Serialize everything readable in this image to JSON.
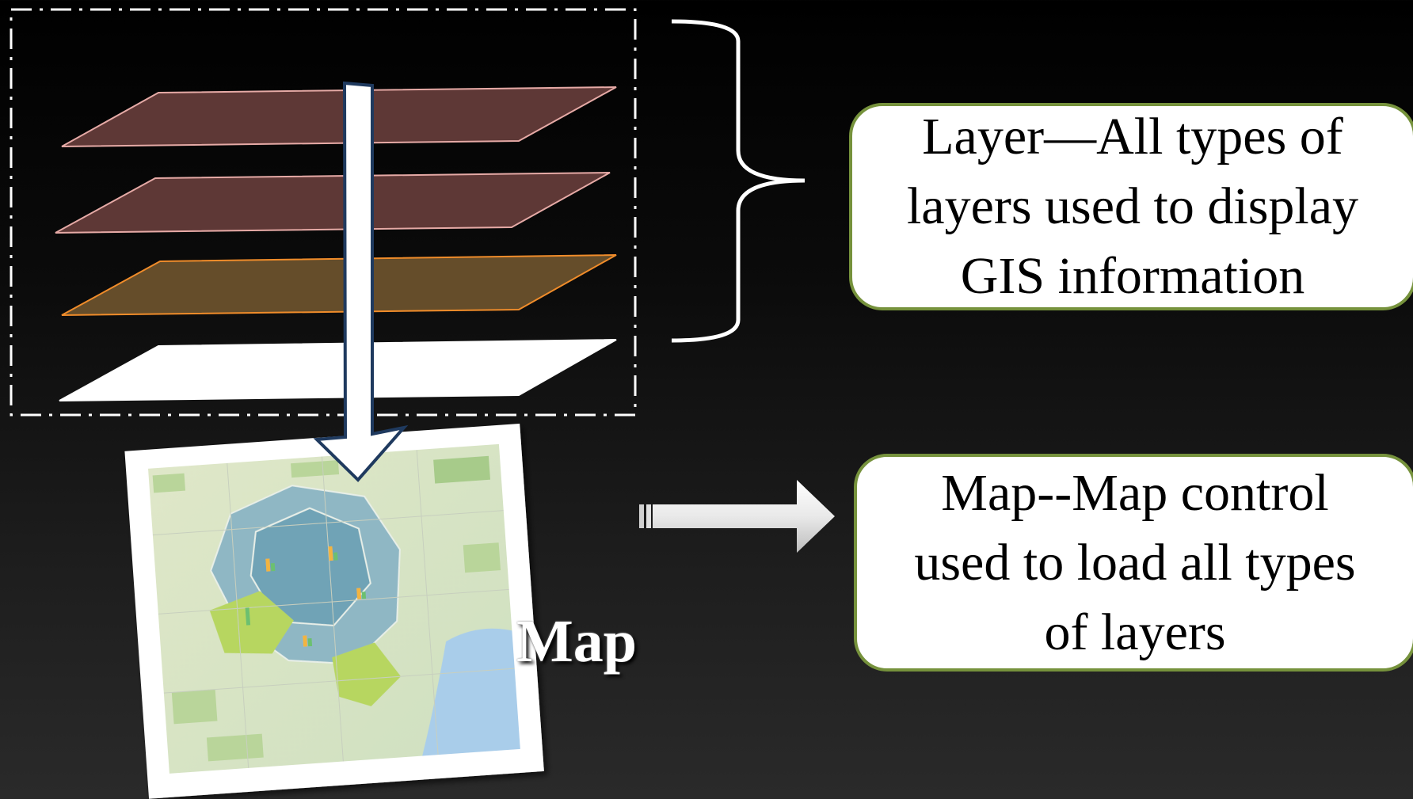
{
  "diagram": {
    "layers": [
      {
        "name": "layer-1",
        "fill": "#5e3836",
        "stroke": "#e6aaa6"
      },
      {
        "name": "layer-2",
        "fill": "#5e3836",
        "stroke": "#e6aaa6"
      },
      {
        "name": "layer-3",
        "fill": "#654d2a",
        "stroke": "#f08c2a"
      },
      {
        "name": "base-layer",
        "fill": "#ffffff",
        "stroke": "#ffffff"
      }
    ],
    "map_label": "Map",
    "layer_callout": {
      "lines": [
        "Layer—All types of",
        "layers used to display",
        "GIS information"
      ]
    },
    "map_callout": {
      "lines": [
        "Map--Map control",
        "used to load all types",
        "of layers"
      ]
    },
    "colors": {
      "callout_border": "#76923c",
      "callout_fill": "#ffffff",
      "dashed_frame": "#ffffff",
      "arrow_outline": "#1f3a5f"
    }
  }
}
